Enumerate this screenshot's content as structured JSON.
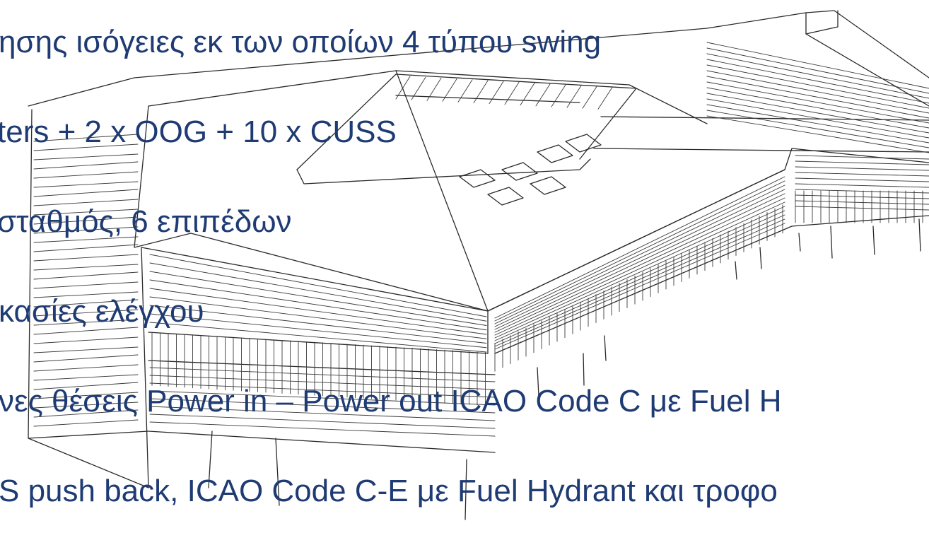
{
  "slide": {
    "text_color": "#1f3b73",
    "background_image": "terminal-building-pencil-sketch",
    "lines": [
      "ησης ισόγειες εκ των οποίων 4 τύπου swing",
      "ters + 2 x OOG + 10 x CUSS",
      "σταθμός, 6 επιπέδων",
      "κασίες ελέγχου",
      "νες θέσεις Power in – Power out ICAO Code C με Fuel H",
      "S push back, ICAO Code C-E με Fuel Hydrant και τροφο"
    ]
  }
}
